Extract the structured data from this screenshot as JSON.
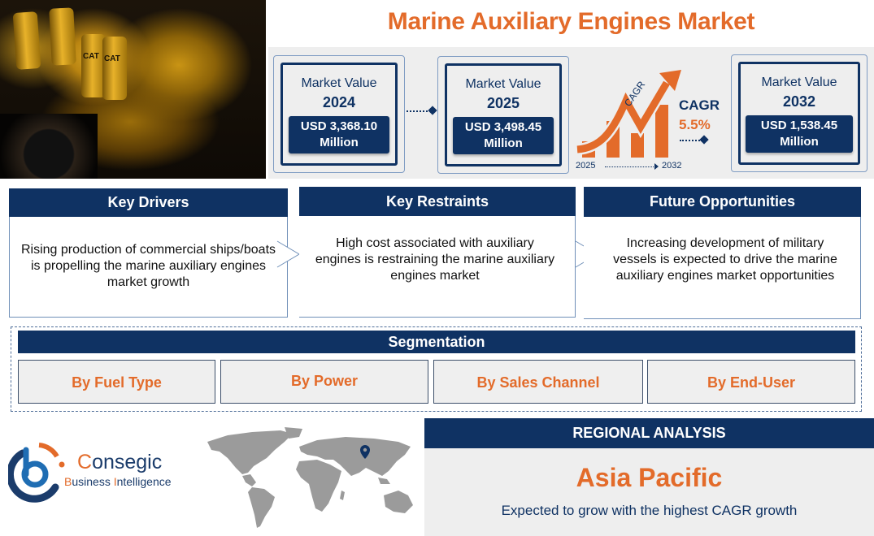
{
  "title": "Marine Auxiliary Engines Market",
  "hero_image": {
    "alt": "marine-engine-photo",
    "filter_brand": "CAT"
  },
  "market_values": [
    {
      "label": "Market Value",
      "year": "2024",
      "value_line1": "USD 3,368.10",
      "value_line2": "Million"
    },
    {
      "label": "Market Value",
      "year": "2025",
      "value_line1": "USD 3,498.45",
      "value_line2": "Million"
    },
    {
      "label": "Market Value",
      "year": "2032",
      "value_line1": "USD 1,538.45",
      "value_line2": "Million"
    }
  ],
  "cagr": {
    "graphic_label": "CAGR",
    "title": "CAGR",
    "value": "5.5%",
    "start_year": "2025",
    "end_year": "2032"
  },
  "panels": [
    {
      "heading": "Key Drivers",
      "text": "Rising production of commercial ships/boats is propelling the marine auxiliary engines market growth"
    },
    {
      "heading": "Key Restraints",
      "text": "High cost associated with auxiliary engines is restraining the marine auxiliary engines market"
    },
    {
      "heading": "Future Opportunities",
      "text": "Increasing development of military vessels is expected to drive the marine auxiliary engines market opportunities"
    }
  ],
  "segmentation": {
    "heading": "Segmentation",
    "items": [
      "By Fuel Type",
      "By Power",
      "By Sales Channel",
      "By End-User"
    ]
  },
  "logo": {
    "brand_initial": "C",
    "brand_rest": "onsegic",
    "sub_b": "B",
    "sub_usiness": "usiness ",
    "sub_i": "I",
    "sub_ntelligence": "ntelligence"
  },
  "regional": {
    "heading": "REGIONAL ANALYSIS",
    "region": "Asia Pacific",
    "description": "Expected to grow with the highest CAGR growth"
  },
  "colors": {
    "navy": "#0f3263",
    "orange": "#e36b2a",
    "band_gray": "#eeeeee",
    "map_gray": "#9b9b9b"
  }
}
